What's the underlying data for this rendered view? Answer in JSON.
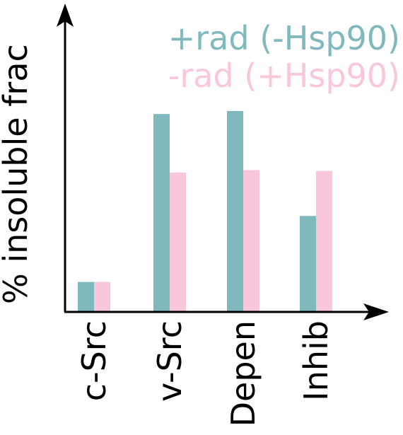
{
  "chart_data": {
    "type": "bar",
    "title": "",
    "ylabel": "% insoluble frac",
    "xlabel": "",
    "categories": [
      "c-Src",
      "v-Src",
      "Depen",
      "Inhib"
    ],
    "series": [
      {
        "name": "+rad (-Hsp90)",
        "color": "#7fb8bd",
        "values": [
          10,
          66,
          67,
          32
        ]
      },
      {
        "name": "-rad (+Hsp90)",
        "color": "#f9c7dc",
        "values": [
          10,
          46.5,
          47.3,
          47
        ]
      }
    ],
    "ylim": [
      0,
      100
    ],
    "legend_position": "top-right",
    "grid": false
  }
}
